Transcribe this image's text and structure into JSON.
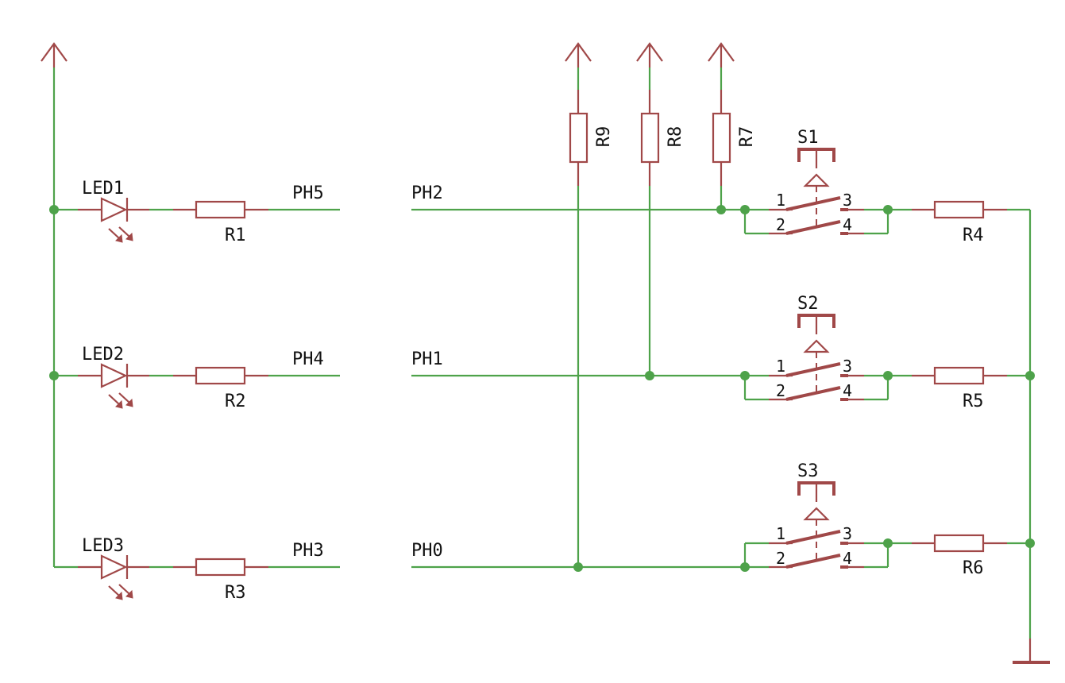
{
  "colors": {
    "wire": "#4ea24a",
    "component": "#a04848",
    "text": "#111111",
    "background": "#ffffff"
  },
  "leds": [
    {
      "ref": "LED1",
      "resistor": "R1",
      "net": "PH5"
    },
    {
      "ref": "LED2",
      "resistor": "R2",
      "net": "PH4"
    },
    {
      "ref": "LED3",
      "resistor": "R3",
      "net": "PH3"
    }
  ],
  "pullups": [
    {
      "ref": "R9"
    },
    {
      "ref": "R8"
    },
    {
      "ref": "R7"
    }
  ],
  "inputs": [
    {
      "net": "PH2",
      "switch": "S1",
      "resistor": "R4"
    },
    {
      "net": "PH1",
      "switch": "S2",
      "resistor": "R5"
    },
    {
      "net": "PH0",
      "switch": "S3",
      "resistor": "R6"
    }
  ],
  "switch_pins": {
    "p1": "1",
    "p2": "2",
    "p3": "3",
    "p4": "4"
  },
  "symbols": {
    "supply": "vcc-arrow-icon",
    "ground": "ground-icon",
    "led": "led-icon",
    "resistor": "resistor-icon",
    "switch": "pushbutton-icon"
  }
}
